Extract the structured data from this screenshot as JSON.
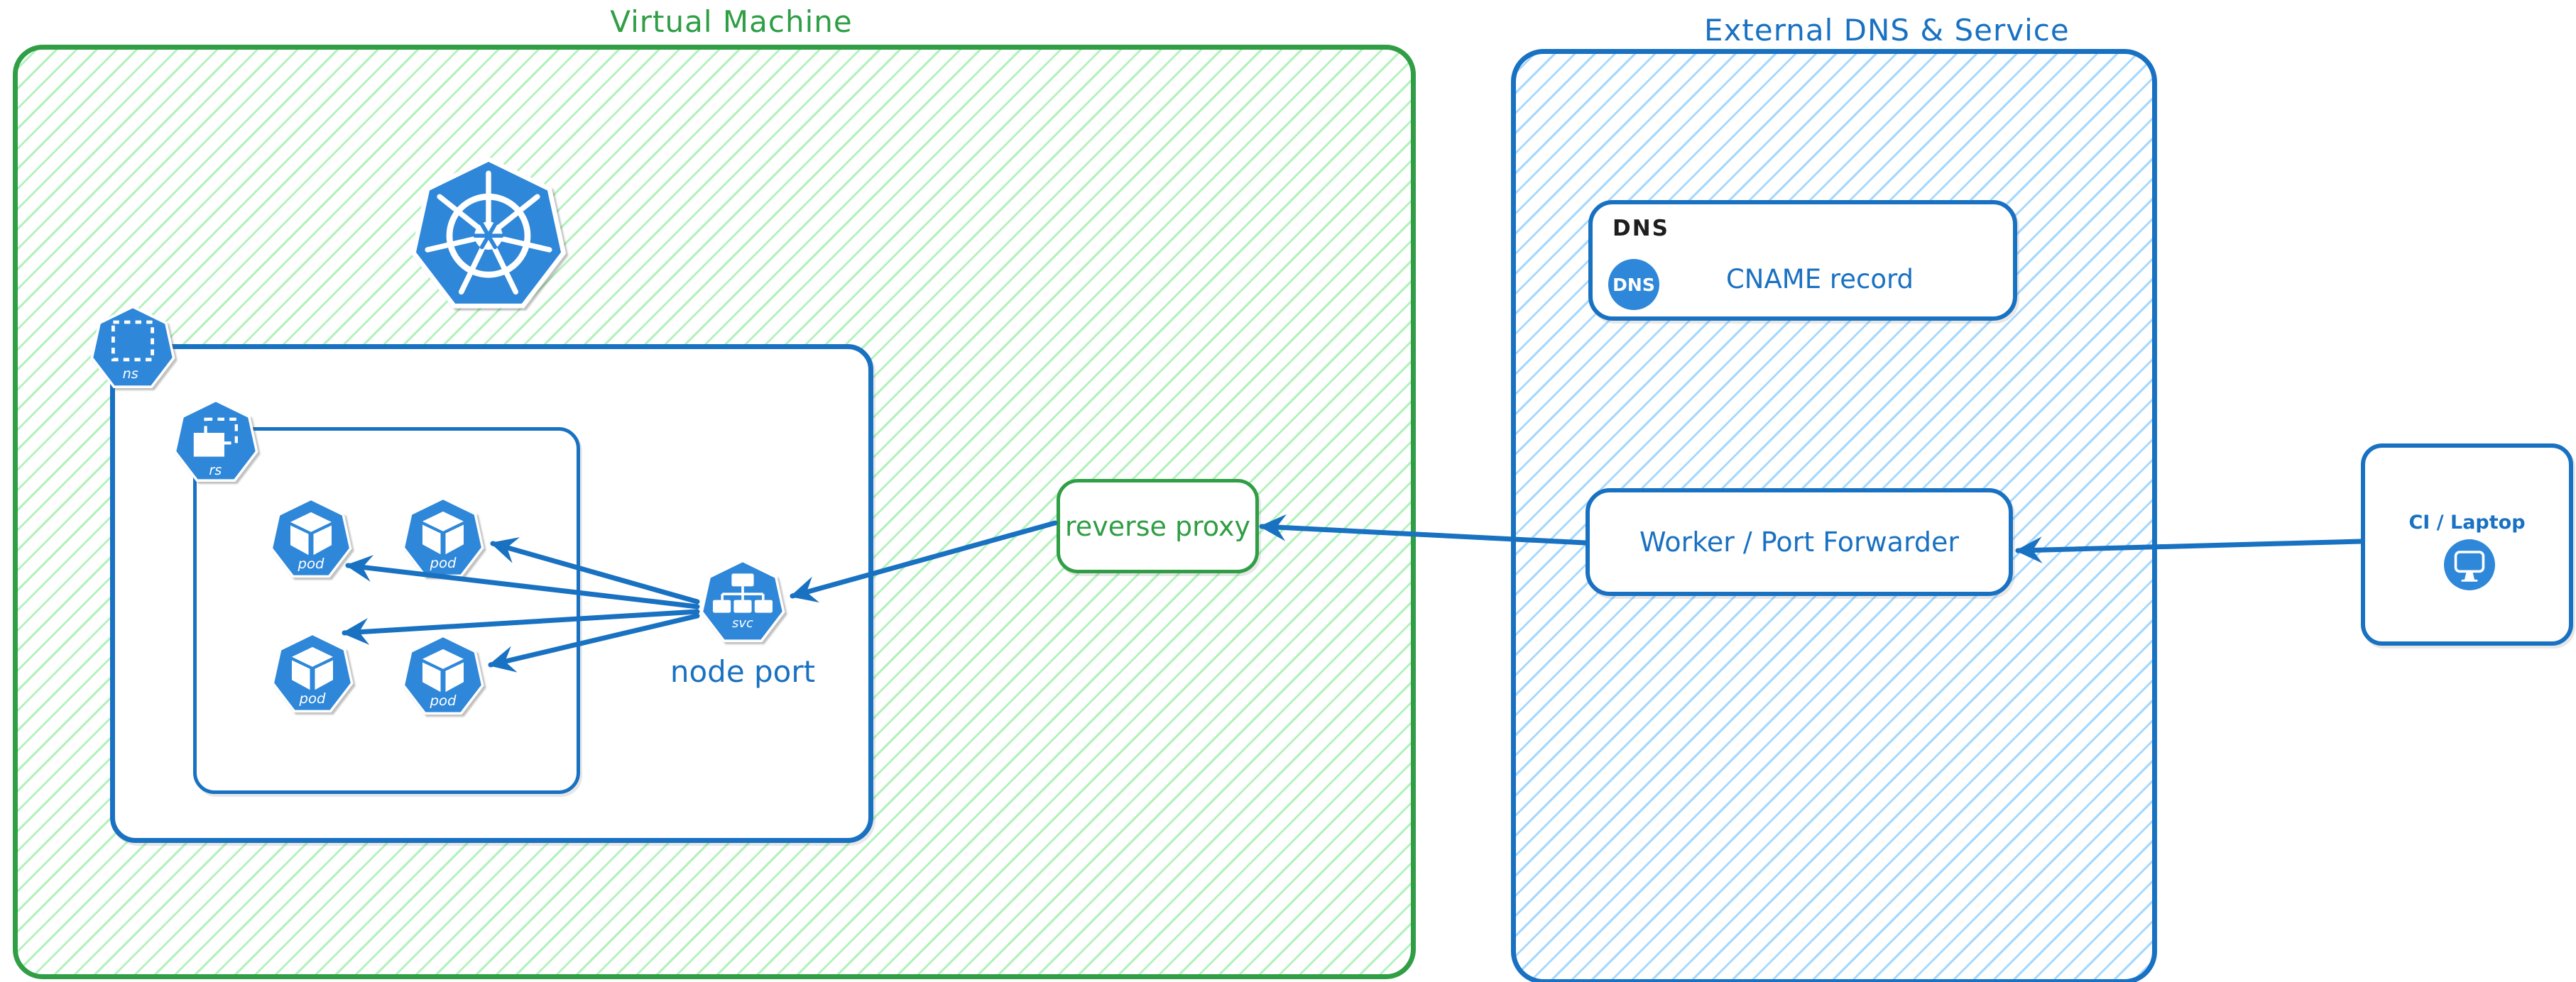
{
  "vm": {
    "title": "Virtual Machine",
    "node_port": "node port",
    "reverse_proxy": "reverse proxy"
  },
  "ext": {
    "title": "External DNS & Service",
    "dns_tag": "DNS",
    "dns_badge": "DNS",
    "cname": "CNAME record",
    "worker": "Worker / Port Forwarder"
  },
  "ci": {
    "label": "CI / Laptop"
  },
  "icons": {
    "pod": "pod",
    "svc": "svc",
    "ns": "ns",
    "rs": "rs"
  },
  "palette": {
    "green": "#2f9e44",
    "green_hatch": "#b2f2bb",
    "blue": "#1971c2",
    "blue_hatch": "#a5d8ff",
    "icon_blue": "#2e87d8",
    "tag_black": "#1e1e1e"
  }
}
